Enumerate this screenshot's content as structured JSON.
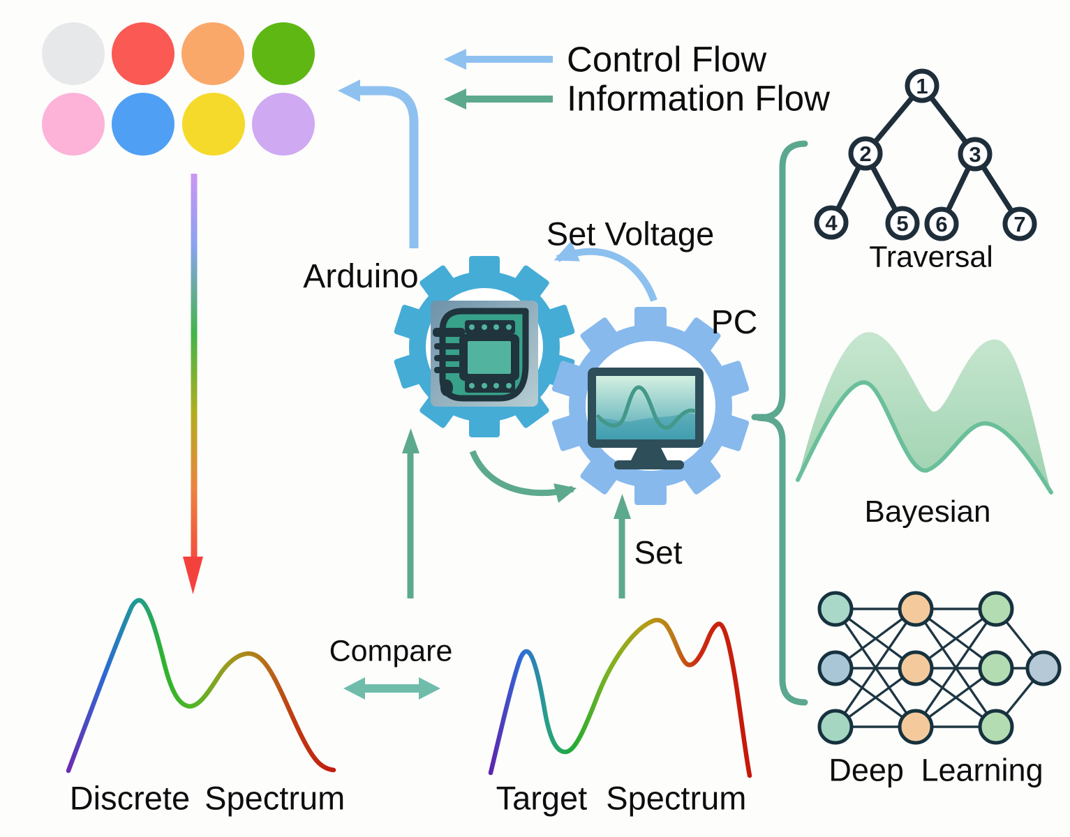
{
  "legend": {
    "control_flow_label": "Control Flow",
    "information_flow_label": "Information Flow",
    "control_flow_color": "#8fc1f0",
    "information_flow_color": "#5da98e"
  },
  "led_array": {
    "colors": [
      "#e6e8ea",
      "#fa5a53",
      "#faa86a",
      "#5fb714",
      "#fcb3d7",
      "#4f9ff4",
      "#f6da2b",
      "#cfa9f2"
    ]
  },
  "devices": {
    "arduino_label": "Arduino",
    "pc_label": "PC",
    "arduino_gear_color": "#45acd6",
    "pc_gear_color": "#87b9ed"
  },
  "actions": {
    "set_voltage_label": "Set Voltage",
    "set_label": "Set",
    "compare_label": "Compare"
  },
  "spectra": {
    "discrete_label": "Discrete Spectrum",
    "target_label": "Target Spectrum"
  },
  "algorithms": {
    "brace_color": "#5ba78f",
    "traversal": {
      "label": "Traversal",
      "nodes": [
        "1",
        "2",
        "3",
        "4",
        "5",
        "6",
        "7"
      ]
    },
    "bayesian": {
      "label": "Bayesian"
    },
    "deep_learning": {
      "label": "Deep Learning"
    }
  }
}
